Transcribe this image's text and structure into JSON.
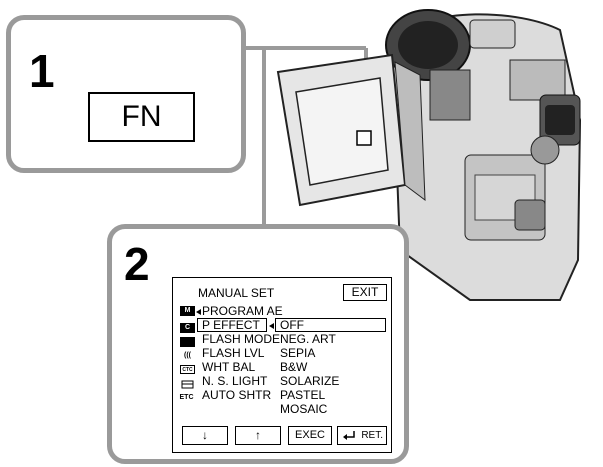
{
  "step1": {
    "number": "1",
    "button_label": "FN"
  },
  "step2": {
    "number": "2",
    "menu": {
      "title": "MANUAL SET",
      "exit_label": "EXIT",
      "items": [
        "PROGRAM AE",
        "P EFFECT",
        "FLASH MODE",
        "FLASH LVL",
        "WHT BAL",
        "N. S. LIGHT",
        "AUTO SHTR"
      ],
      "selected_item": "P EFFECT",
      "options": [
        "OFF",
        "NEG. ART",
        "SEPIA",
        "B&W",
        "SOLARIZE",
        "PASTEL",
        "MOSAIC"
      ],
      "selected_option": "OFF",
      "icons": [
        "M",
        "C",
        "",
        "(((",
        "CTC",
        "",
        "ETC"
      ],
      "buttons": {
        "down": "↓",
        "up": "↑",
        "exec": "EXEC",
        "ret": "RET."
      }
    }
  }
}
